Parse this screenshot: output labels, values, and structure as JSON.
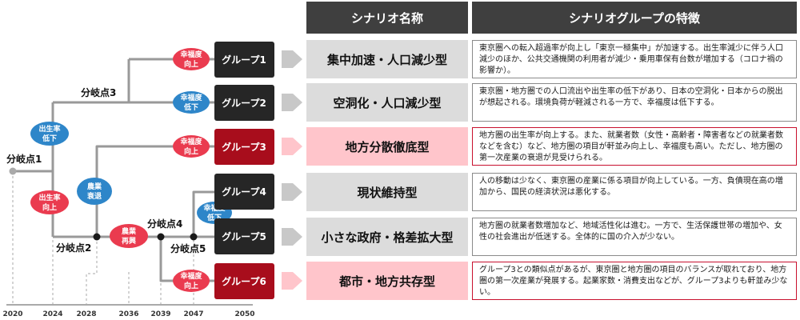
{
  "header": {
    "scenario_name": "シナリオ名称",
    "scenario_feature": "シナリオグループの特徴"
  },
  "timeline": {
    "years": [
      "2020",
      "2024",
      "2028",
      "2036",
      "2039",
      "2047",
      "2050"
    ]
  },
  "branch_points": {
    "p1": "分岐点1",
    "p2": "分岐点2",
    "p3": "分岐点3",
    "p4": "分岐点4",
    "p5": "分岐点5"
  },
  "factors": {
    "birth_down_l1": "出生率",
    "birth_down_l2": "低下",
    "birth_up_l1": "出生率",
    "birth_up_l2": "向上",
    "farm_decline_l1": "農業",
    "farm_decline_l2": "衰退",
    "farm_revive_l1": "農業",
    "farm_revive_l2": "再興",
    "wb_up_l1": "幸福度",
    "wb_up_l2": "向上",
    "wb_down_l1": "幸福度",
    "wb_down_l2": "低下"
  },
  "groups": [
    {
      "label": "グループ1",
      "name": "集中加速・人口減少型",
      "desc": "東京圏への転入超過率が向上し「東京一極集中」が加速する。出生率減少に伴う人口減少のほか、公共交通機関の利用者が減少・乗用車保有台数が増加する（コロナ禍の影響か）。"
    },
    {
      "label": "グループ2",
      "name": "空洞化・人口減少型",
      "desc": "東京圏・地方圏での人口流出や出生率の低下があり、日本の空洞化・日本からの脱出が想起される。環境負荷が軽減される一方で、幸福度は低下する。"
    },
    {
      "label": "グループ3",
      "name": "地方分散徹底型",
      "desc": "地方圏の出生率が向上する。また、就業者数（女性・高齢者・障害者などの就業者数などを含む）など、地方圏の項目が軒並み向上し、幸福度も高い。ただし、地方圏の第一次産業の衰退が見受けられる。"
    },
    {
      "label": "グループ4",
      "name": "現状維持型",
      "desc": "人の移動は少なく、東京圏の産業に係る項目が向上している。一方、負債現在高の増加から、国民の経済状況は悪化する。"
    },
    {
      "label": "グループ5",
      "name": "小さな政府・格差拡大型",
      "desc": "地方圏の就業者数増加など、地域活性化は進む。一方で、生活保護世帯の増加や、女性の社会進出が低迷する。全体的に国の介入が少ない。"
    },
    {
      "label": "グループ6",
      "name": "都市・地方共存型",
      "desc": "グループ3との類似点があるが、東京圏と地方圏の項目のバランスが取れており、地方圏の第一次産業が発展する。起業家数・消費支出などが、グループ3よりも軒並み少ない。"
    }
  ],
  "colors": {
    "dark": "#3f3f3f",
    "group_dark": "#262626",
    "group_red": "#a80d1c",
    "pink_fill": "#ffc5cb",
    "grey_fill": "#dcdcdc",
    "blue_badge": "#2e86c9",
    "red_badge": "#ea3b4f",
    "line": "#999999"
  }
}
